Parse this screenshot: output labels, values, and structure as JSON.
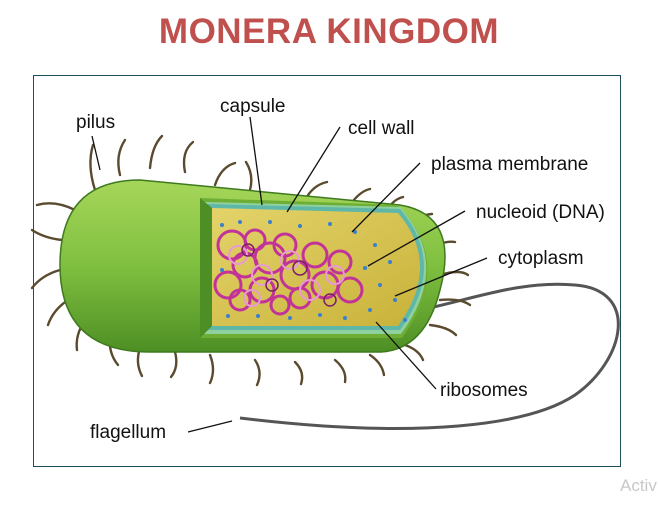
{
  "title": "MONERA KINGDOM",
  "colors": {
    "title": "#c0504d",
    "cell_body": "#7fbf3f",
    "cytoplasm": "#d6c24a",
    "nucleoid": "#c2339a",
    "ribosomes": "#3a7fd0",
    "pili": "#5a4a2e"
  },
  "labels": {
    "pilus": "pilus",
    "capsule": "capsule",
    "cell_wall": "cell wall",
    "plasma_membrane": "plasma membrane",
    "nucleoid": "nucleoid (DNA)",
    "cytoplasm": "cytoplasm",
    "ribosomes": "ribosomes",
    "flagellum": "flagellum"
  },
  "watermark": "Activ"
}
